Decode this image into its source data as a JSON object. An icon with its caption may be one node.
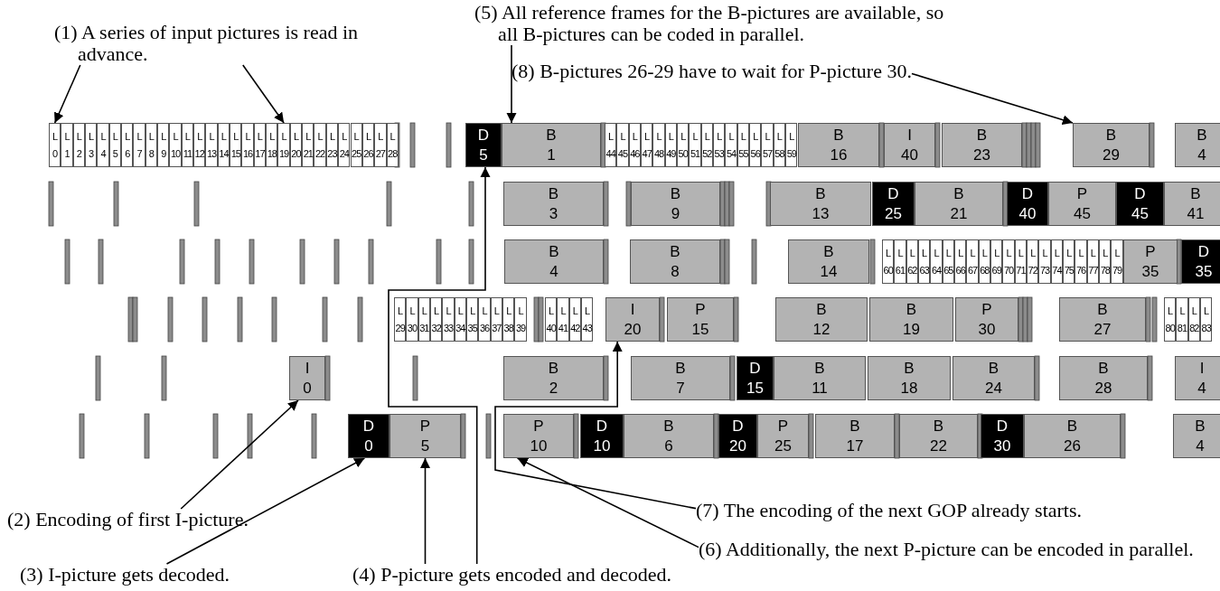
{
  "diagram": {
    "nodes": [
      {
        "text": [
          "(1) A series of input pictures is read in advance."
        ]
      },
      {
        "text": [
          "(5) All reference frames for the B-pictures are available, so all B-pictures can be coded in parallel."
        ]
      },
      {
        "text": [
          "(8) B-pictures 26-29 have to wait for P-picture 30."
        ]
      },
      {
        "text": [
          "L",
          "0"
        ]
      },
      {
        "text": [
          "L",
          "1"
        ]
      },
      {
        "text": [
          "L",
          "2"
        ]
      },
      {
        "text": [
          "L",
          "3"
        ]
      },
      {
        "text": [
          "L",
          "4"
        ]
      },
      {
        "text": [
          "L",
          "5"
        ]
      },
      {
        "text": [
          "L",
          "6"
        ]
      },
      {
        "text": [
          "L",
          "7"
        ]
      },
      {
        "text": [
          "L",
          "8"
        ]
      },
      {
        "text": [
          "L",
          "9"
        ]
      },
      {
        "text": [
          "L",
          "10"
        ]
      },
      {
        "text": [
          "L",
          "11"
        ]
      },
      {
        "text": [
          "L",
          "12"
        ]
      },
      {
        "text": [
          "L",
          "13"
        ]
      },
      {
        "text": [
          "L",
          "14"
        ]
      },
      {
        "text": [
          "L",
          "15"
        ]
      },
      {
        "text": [
          "L",
          "16"
        ]
      },
      {
        "text": [
          "L",
          "17"
        ]
      },
      {
        "text": [
          "L",
          "18"
        ]
      },
      {
        "text": [
          "L",
          "19"
        ]
      },
      {
        "text": [
          "L",
          "20"
        ]
      },
      {
        "text": [
          "L",
          "21"
        ]
      },
      {
        "text": [
          "L",
          "22"
        ]
      },
      {
        "text": [
          "L",
          "23"
        ]
      },
      {
        "text": [
          "L",
          "24"
        ]
      },
      {
        "text": [
          "L",
          "25"
        ]
      },
      {
        "text": [
          "L",
          "26"
        ]
      },
      {
        "text": [
          "L",
          "27"
        ]
      },
      {
        "text": [
          "L",
          "28"
        ]
      },
      {
        "text": [
          "D",
          "5"
        ]
      },
      {
        "text": [
          "B",
          "1"
        ]
      },
      {
        "text": [
          "L",
          "44"
        ]
      },
      {
        "text": [
          "L",
          "45"
        ]
      },
      {
        "text": [
          "L",
          "46"
        ]
      },
      {
        "text": [
          "L",
          "47"
        ]
      },
      {
        "text": [
          "L",
          "48"
        ]
      },
      {
        "text": [
          "L",
          "49"
        ]
      },
      {
        "text": [
          "L",
          "50"
        ]
      },
      {
        "text": [
          "L",
          "51"
        ]
      },
      {
        "text": [
          "L",
          "52"
        ]
      },
      {
        "text": [
          "L",
          "53"
        ]
      },
      {
        "text": [
          "L",
          "54"
        ]
      },
      {
        "text": [
          "L",
          "55"
        ]
      },
      {
        "text": [
          "L",
          "56"
        ]
      },
      {
        "text": [
          "L",
          "57"
        ]
      },
      {
        "text": [
          "L",
          "58"
        ]
      },
      {
        "text": [
          "L",
          "59"
        ]
      },
      {
        "text": [
          "B",
          "16"
        ]
      },
      {
        "text": [
          "I",
          "40"
        ]
      },
      {
        "text": [
          "B",
          "23"
        ]
      },
      {
        "text": [
          "B",
          "29"
        ]
      },
      {
        "text": [
          "B",
          "4"
        ]
      },
      {
        "text": [
          "B",
          "3"
        ]
      },
      {
        "text": [
          "B",
          "9"
        ]
      },
      {
        "text": [
          "B",
          "13"
        ]
      },
      {
        "text": [
          "D",
          "25"
        ]
      },
      {
        "text": [
          "B",
          "21"
        ]
      },
      {
        "text": [
          "D",
          "40"
        ]
      },
      {
        "text": [
          "P",
          "45"
        ]
      },
      {
        "text": [
          "D",
          "45"
        ]
      },
      {
        "text": [
          "B",
          "41"
        ]
      },
      {
        "text": [
          "B",
          "4"
        ]
      },
      {
        "text": [
          "B",
          "8"
        ]
      },
      {
        "text": [
          "B",
          "14"
        ]
      },
      {
        "text": [
          "L",
          "60"
        ]
      },
      {
        "text": [
          "L",
          "61"
        ]
      },
      {
        "text": [
          "L",
          "62"
        ]
      },
      {
        "text": [
          "L",
          "63"
        ]
      },
      {
        "text": [
          "L",
          "64"
        ]
      },
      {
        "text": [
          "L",
          "65"
        ]
      },
      {
        "text": [
          "L",
          "66"
        ]
      },
      {
        "text": [
          "L",
          "67"
        ]
      },
      {
        "text": [
          "L",
          "68"
        ]
      },
      {
        "text": [
          "L",
          "69"
        ]
      },
      {
        "text": [
          "L",
          "70"
        ]
      },
      {
        "text": [
          "L",
          "71"
        ]
      },
      {
        "text": [
          "L",
          "72"
        ]
      },
      {
        "text": [
          "L",
          "73"
        ]
      },
      {
        "text": [
          "L",
          "74"
        ]
      },
      {
        "text": [
          "L",
          "75"
        ]
      },
      {
        "text": [
          "L",
          "76"
        ]
      },
      {
        "text": [
          "L",
          "77"
        ]
      },
      {
        "text": [
          "L",
          "78"
        ]
      },
      {
        "text": [
          "L",
          "79"
        ]
      },
      {
        "text": [
          "P",
          "35"
        ]
      },
      {
        "text": [
          "D",
          "35"
        ]
      },
      {
        "text": [
          "L",
          "29"
        ]
      },
      {
        "text": [
          "L",
          "30"
        ]
      },
      {
        "text": [
          "L",
          "31"
        ]
      },
      {
        "text": [
          "L",
          "32"
        ]
      },
      {
        "text": [
          "L",
          "33"
        ]
      },
      {
        "text": [
          "L",
          "34"
        ]
      },
      {
        "text": [
          "L",
          "35"
        ]
      },
      {
        "text": [
          "L",
          "36"
        ]
      },
      {
        "text": [
          "L",
          "37"
        ]
      },
      {
        "text": [
          "L",
          "38"
        ]
      },
      {
        "text": [
          "L",
          "39"
        ]
      },
      {
        "text": [
          "L",
          "40"
        ]
      },
      {
        "text": [
          "L",
          "41"
        ]
      },
      {
        "text": [
          "L",
          "42"
        ]
      },
      {
        "text": [
          "L",
          "43"
        ]
      },
      {
        "text": [
          "I",
          "20"
        ]
      },
      {
        "text": [
          "P",
          "15"
        ]
      },
      {
        "text": [
          "B",
          "12"
        ]
      },
      {
        "text": [
          "B",
          "19"
        ]
      },
      {
        "text": [
          "P",
          "30"
        ]
      },
      {
        "text": [
          "B",
          "27"
        ]
      },
      {
        "text": [
          "L",
          "80"
        ]
      },
      {
        "text": [
          "L",
          "81"
        ]
      },
      {
        "text": [
          "L",
          "82"
        ]
      },
      {
        "text": [
          "L",
          "83"
        ]
      },
      {
        "text": [
          "I",
          "0"
        ]
      },
      {
        "text": [
          "B",
          "2"
        ]
      },
      {
        "text": [
          "B",
          "7"
        ]
      },
      {
        "text": [
          "D",
          "15"
        ]
      },
      {
        "text": [
          "B",
          "11"
        ]
      },
      {
        "text": [
          "B",
          "18"
        ]
      },
      {
        "text": [
          "B",
          "24"
        ]
      },
      {
        "text": [
          "B",
          "28"
        ]
      },
      {
        "text": [
          "I",
          "4"
        ]
      },
      {
        "text": [
          "D",
          "0"
        ]
      },
      {
        "text": [
          "P",
          "5"
        ]
      },
      {
        "text": [
          "P",
          "10"
        ]
      },
      {
        "text": [
          "D",
          "10"
        ]
      },
      {
        "text": [
          "B",
          "6"
        ]
      },
      {
        "text": [
          "D",
          "20"
        ]
      },
      {
        "text": [
          "P",
          "25"
        ]
      },
      {
        "text": [
          "B",
          "17"
        ]
      },
      {
        "text": [
          "B",
          "22"
        ]
      },
      {
        "text": [
          "D",
          "30"
        ]
      },
      {
        "text": [
          "B",
          "26"
        ]
      },
      {
        "text": [
          "B",
          "4"
        ]
      },
      {
        "text": [
          "(2) Encoding of first I-picture."
        ]
      },
      {
        "text": [
          "(7) The encoding of the next GOP already starts."
        ]
      },
      {
        "text": [
          "(6) Additionally, the next P-picture can be encoded in parallel."
        ]
      },
      {
        "text": [
          "(3) I-picture gets decoded."
        ]
      },
      {
        "text": [
          "(4) P-picture gets encoded and decoded."
        ]
      }
    ],
    "edges": [
      {
        "from": 0,
        "to": 3,
        "arrow": "to"
      },
      {
        "from": 0,
        "to": 22,
        "arrow": "to"
      },
      {
        "from": 1,
        "to": 33,
        "arrow": "to"
      },
      {
        "from": 2,
        "to": 53,
        "arrow": "to"
      },
      {
        "from": 135,
        "to": 114,
        "arrow": "to"
      },
      {
        "from": 136,
        "to": 104,
        "arrow": "to"
      },
      {
        "from": 137,
        "to": 125,
        "arrow": "to"
      },
      {
        "from": 138,
        "to": 123,
        "arrow": "to"
      },
      {
        "from": 139,
        "to": 124,
        "arrow": "to"
      },
      {
        "from": 139,
        "to": 32,
        "arrow": "to"
      }
    ]
  }
}
